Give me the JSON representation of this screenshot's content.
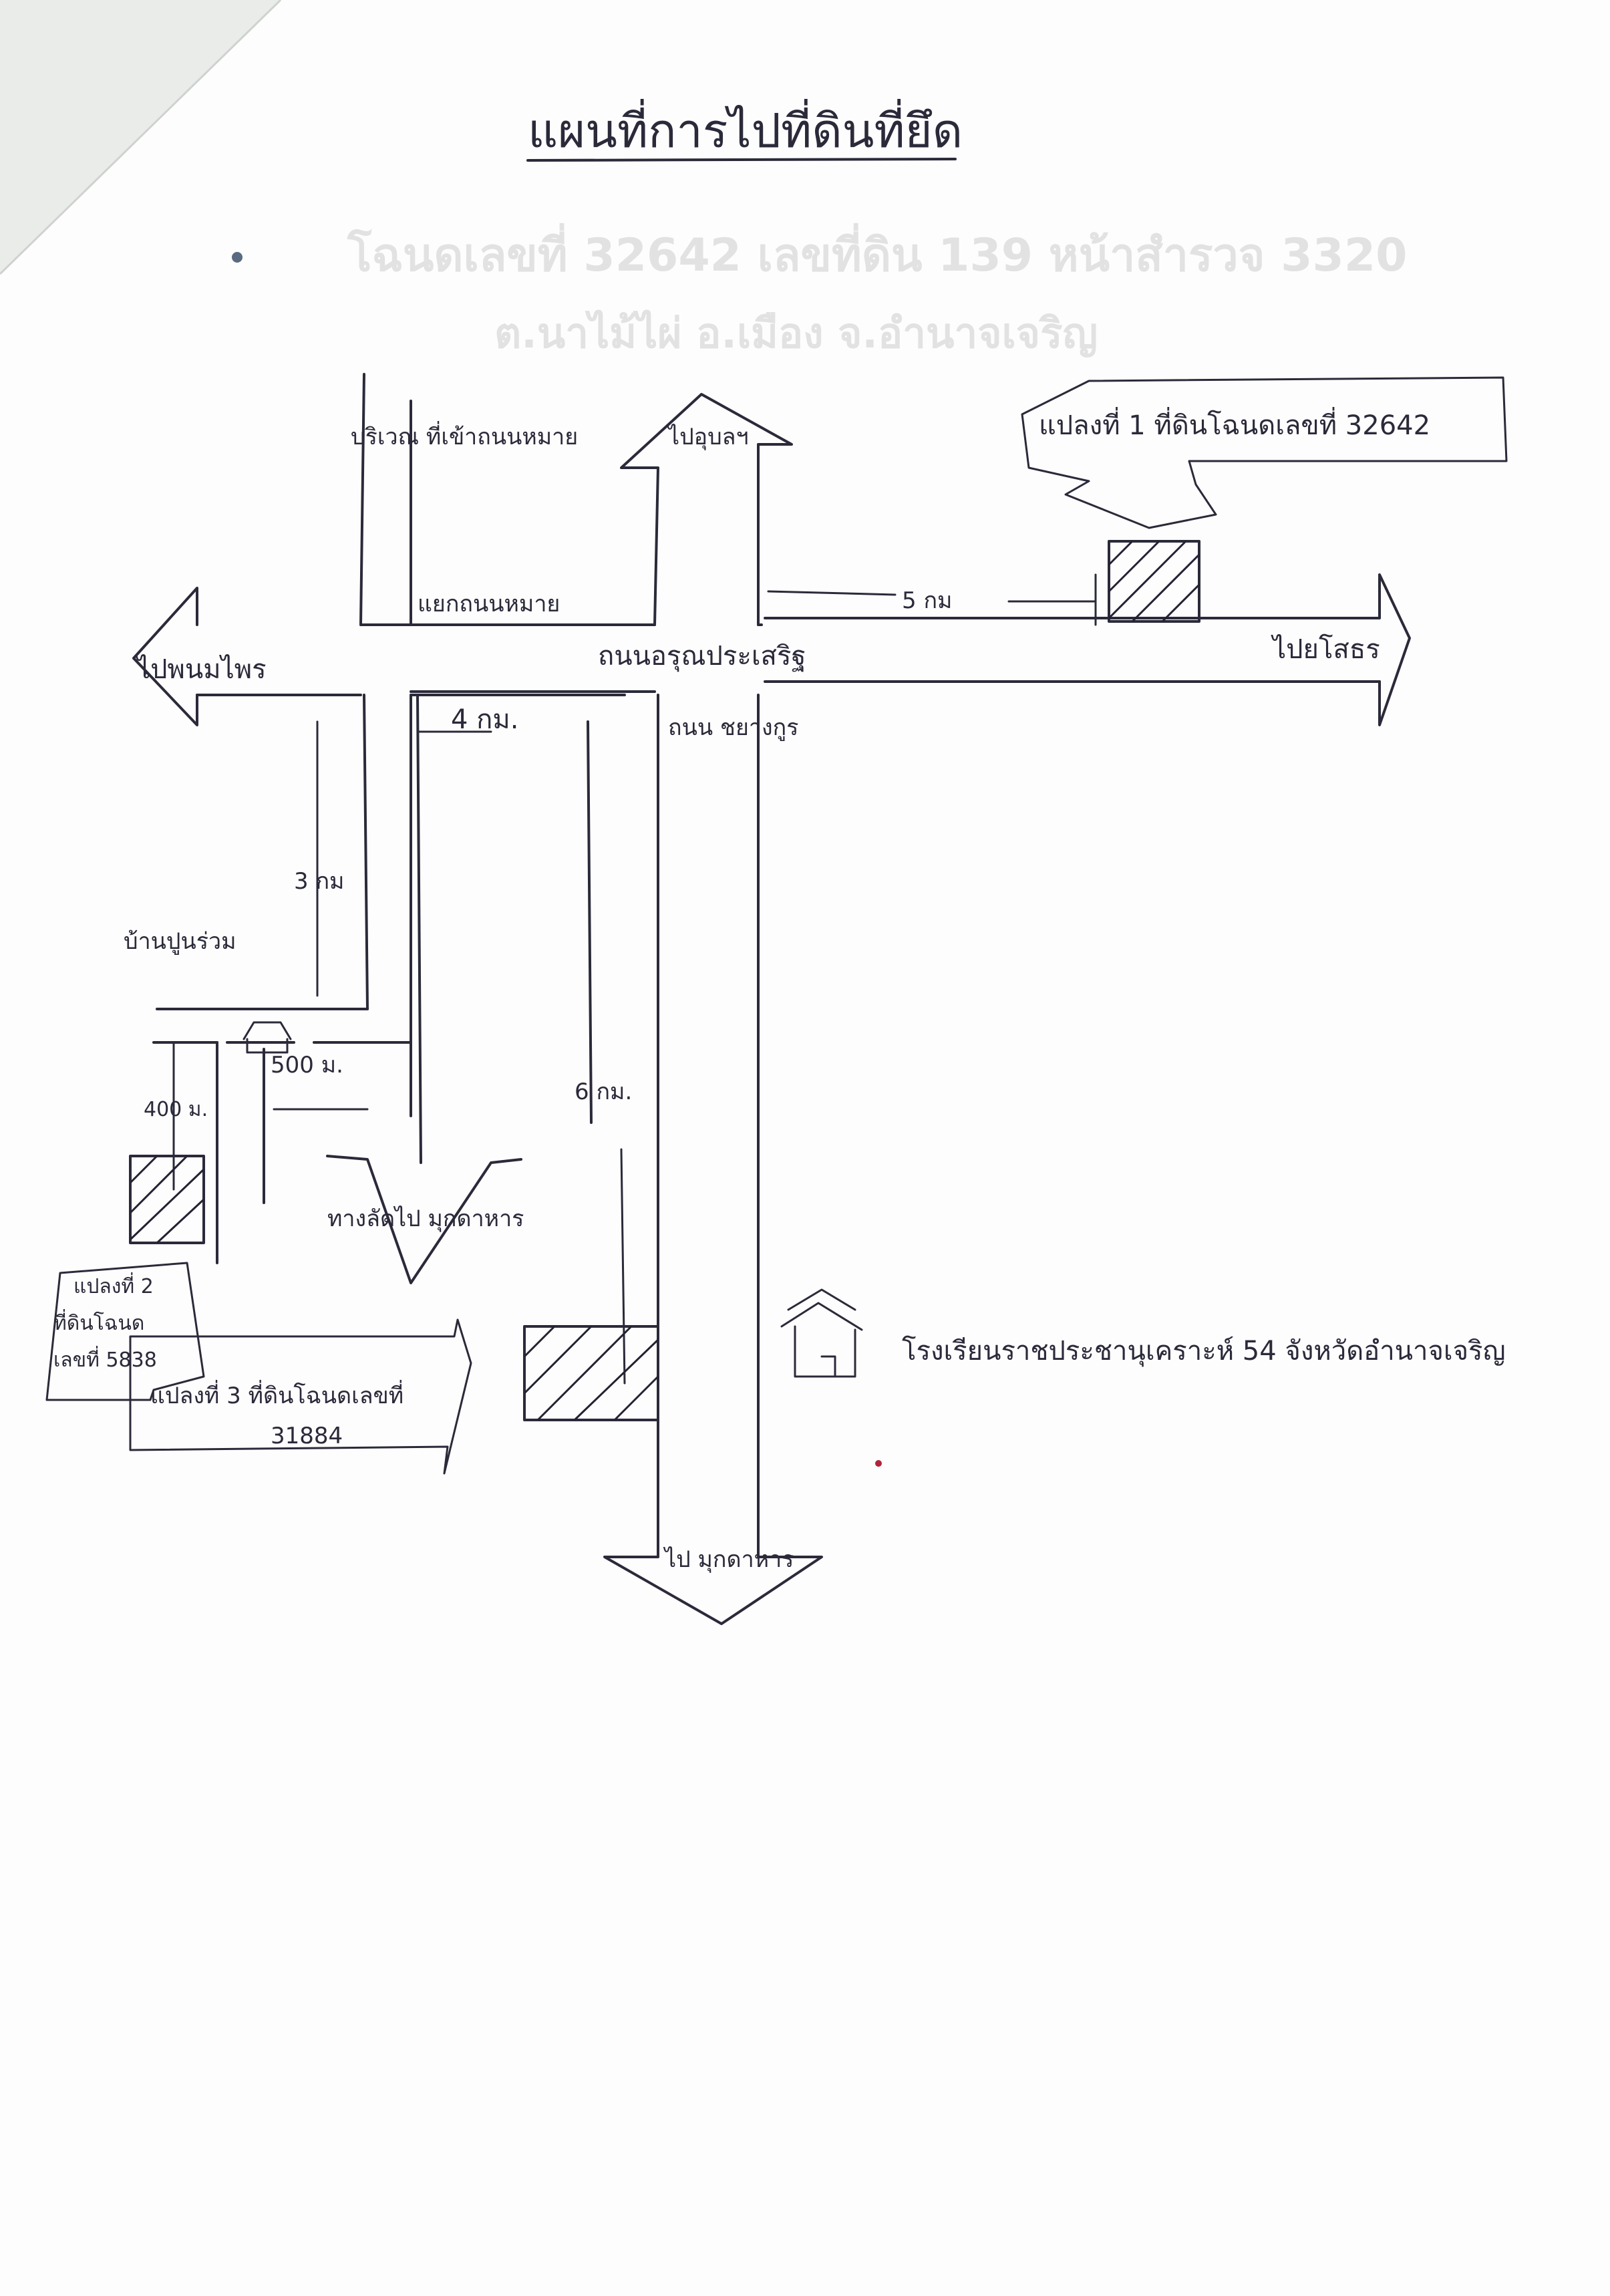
{
  "document": {
    "title": "แผนที่การไปที่ดินที่ยึด",
    "bleed_through": {
      "line1": "โฉนดเลขที่ 32642 เลขที่ดิน 139 หน้าสำรวจ 3320",
      "line2": "ต.นาไม้ไผ่ อ.เมือง จ.อำนาจเจริญ"
    }
  },
  "map": {
    "roads": {
      "main_road": "ถนนอรุณประเสริฐ",
      "chayangkun_road": "ถนน ชยางกูร",
      "north_dest": "ไปอุบลฯ",
      "south_dest": "ไป มุกดาหาร",
      "east_dest": "ไปยโสธร",
      "west_dest": "ไปพนมไพร",
      "intersection": "แยกถนนหมาย",
      "side_road_top": "บริเวณ ที่เข้าถนนหมาย",
      "village": "บ้านปูนร่วม",
      "to_mukdahan": "ทางลัดไป มุกดาหาร"
    },
    "distances": {
      "east": "5 กม",
      "top_side": "4 กม.",
      "vertical_left": "3 กม",
      "mid": "500 ม.",
      "south": "6 กม.",
      "short": "400 ม."
    },
    "parcels": {
      "p1": "แปลงที่ 1 ที่ดินโฉนดเลขที่ 32642",
      "p2_line1": "แปลงที่ 2",
      "p2_line2": "ที่ดินโฉนด",
      "p2_line3": "เลขที่ 5838",
      "p3_line1": "แปลงที่ 3 ที่ดินโฉนดเลขที่",
      "p3_line2": "31884"
    },
    "landmark": "โรงเรียนราชประชานุเคราะห์ 54 จังหวัดอำนาจเจริญ"
  }
}
